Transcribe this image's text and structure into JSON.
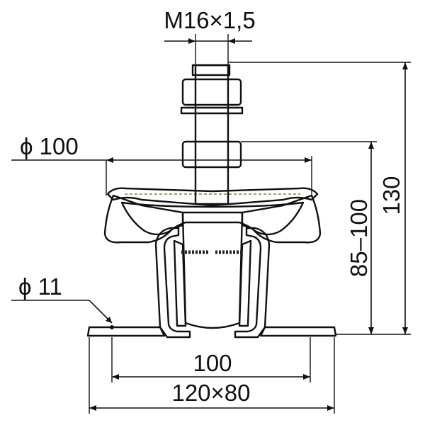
{
  "drawing": {
    "thread_label": "M16×1,5",
    "top_diameter_label": "ϕ 100",
    "hole_diameter_label": "ϕ 11",
    "hole_spacing_label": "100",
    "base_size_label": "120×80",
    "adjust_height_label": "85–100",
    "total_height_label": "130"
  },
  "colors": {
    "rubber_red": "#e8322a",
    "rubber_dark": "#1a1a1a",
    "brass": "#d4a53a",
    "brass_light": "#f2d27a",
    "steel_gray": "#8a8a8a",
    "inner_sleeve": "#f6c7b6"
  }
}
